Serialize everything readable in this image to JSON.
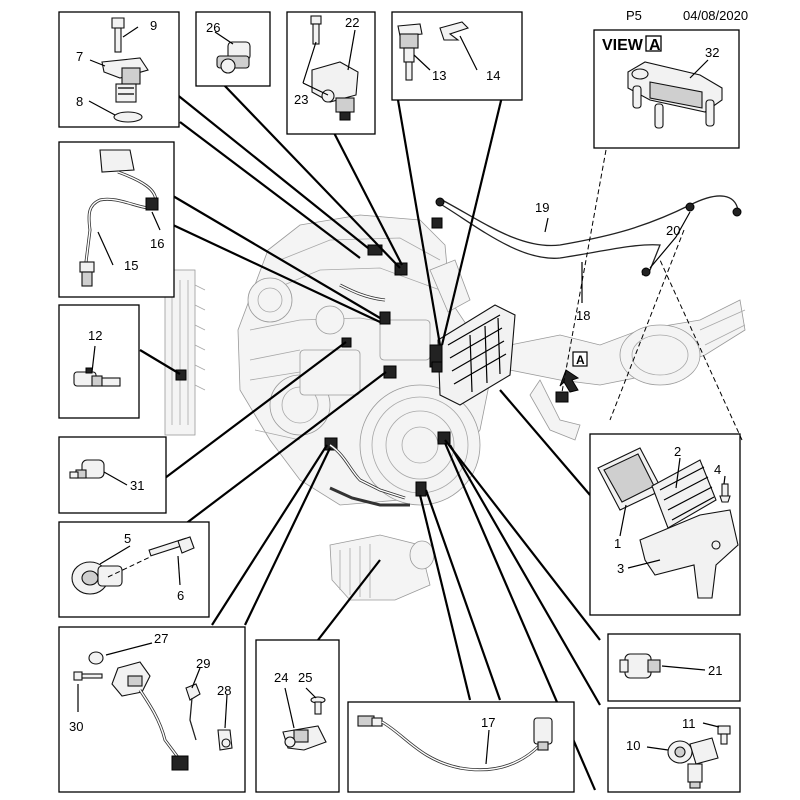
{
  "header": {
    "page": "P5",
    "date": "04/08/2020"
  },
  "view_label": "VIEW",
  "view_letter": "A",
  "callouts": {
    "c1": "1",
    "c2": "2",
    "c3": "3",
    "c4": "4",
    "c5": "5",
    "c6": "6",
    "c7": "7",
    "c8": "8",
    "c9": "9",
    "c10": "10",
    "c11": "11",
    "c12": "12",
    "c13": "13",
    "c14": "14",
    "c15": "15",
    "c16": "16",
    "c17": "17",
    "c18": "18",
    "c19": "19",
    "c20": "20",
    "c21": "21",
    "c22": "22",
    "c23": "23",
    "c24": "24",
    "c25": "25",
    "c26": "26",
    "c27": "27",
    "c28": "28",
    "c29": "29",
    "c30": "30",
    "c31": "31",
    "c32": "32"
  }
}
